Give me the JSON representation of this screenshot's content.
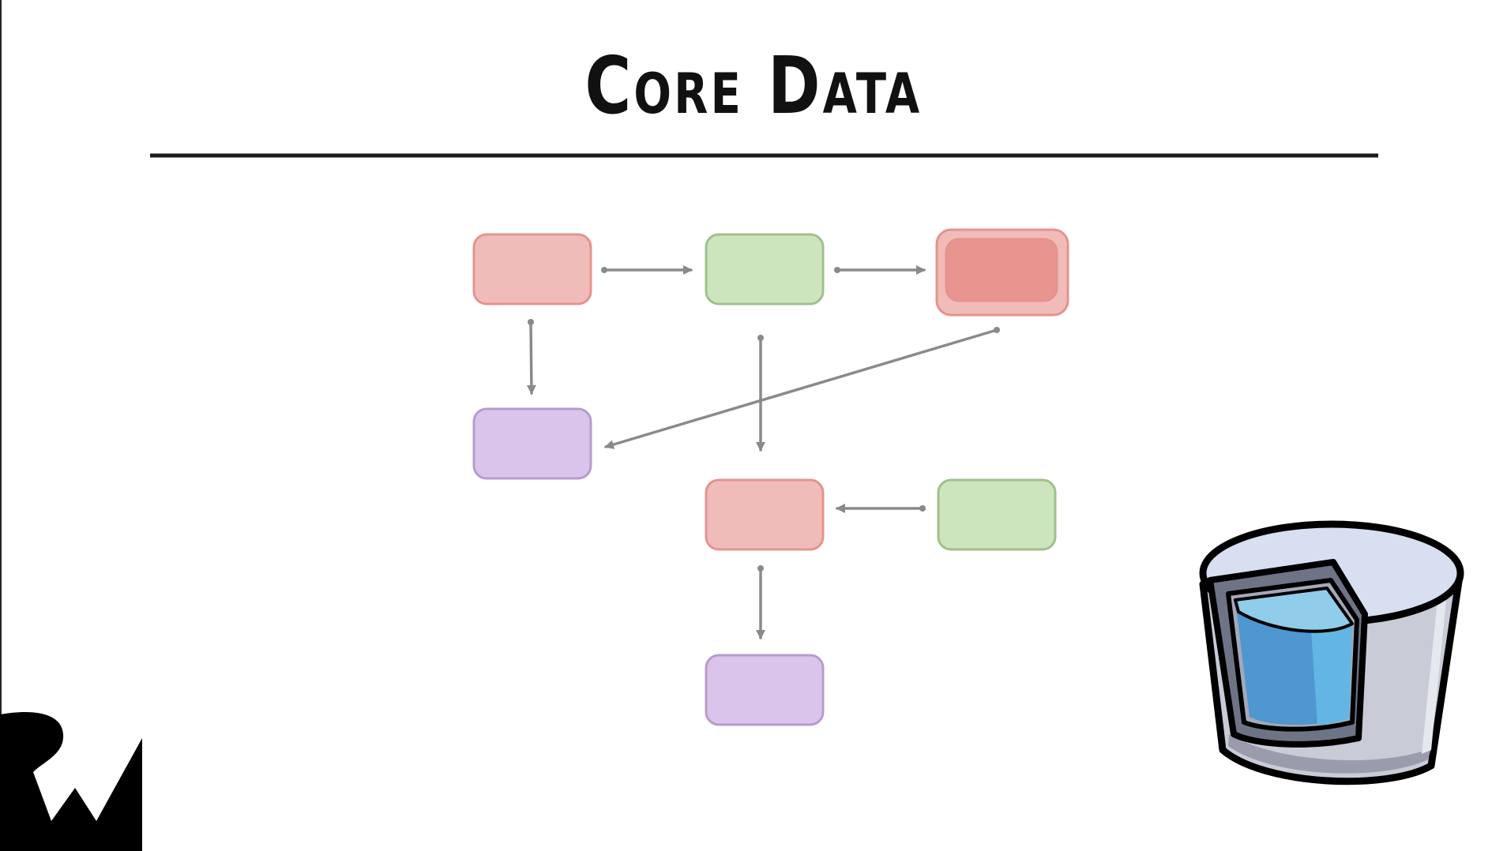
{
  "slide": {
    "title": "Core Data"
  },
  "colors": {
    "node_red": "#f0bcb9",
    "node_red_border": "#e4938f",
    "node_red_selected": "#e8958f",
    "node_green": "#cde5bd",
    "node_green_border": "#9fc08f",
    "node_purple": "#dbc4ec",
    "node_purple_border": "#b69ccb",
    "arrow": "#8a8a8a",
    "rule": "#1a1a1a"
  },
  "diagram": {
    "nodes": [
      {
        "id": "n1",
        "color": "red"
      },
      {
        "id": "n2",
        "color": "green"
      },
      {
        "id": "n3",
        "color": "red",
        "selected": true
      },
      {
        "id": "n4",
        "color": "purple"
      },
      {
        "id": "n5",
        "color": "red"
      },
      {
        "id": "n6",
        "color": "green"
      },
      {
        "id": "n7",
        "color": "purple"
      }
    ],
    "edges": [
      {
        "from": "n1",
        "to": "n2"
      },
      {
        "from": "n2",
        "to": "n3"
      },
      {
        "from": "n1",
        "to": "n4"
      },
      {
        "from": "n2",
        "to": "n5"
      },
      {
        "from": "n3",
        "to": "n4"
      },
      {
        "from": "n6",
        "to": "n5"
      },
      {
        "from": "n5",
        "to": "n7"
      }
    ]
  },
  "icons": {
    "logo": "rw-logo-icon",
    "database": "core-data-database-icon"
  }
}
